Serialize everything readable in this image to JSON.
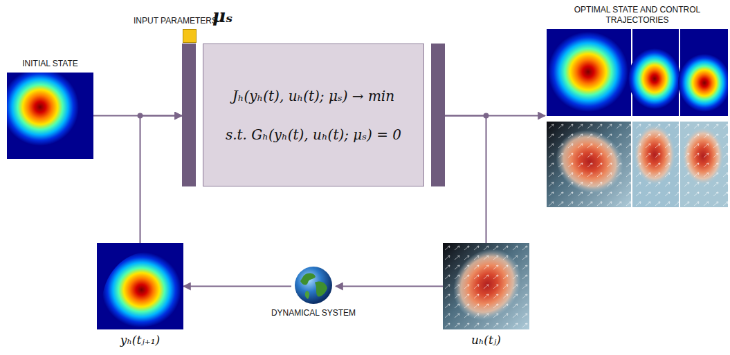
{
  "diagram": {
    "nodes": [
      {
        "text": [
          "INITIAL STATE"
        ]
      },
      {
        "text": [
          "Jₕ(yₕ(t), uₕ(t); μₛ) → min",
          "s.t. Gₕ(yₕ(t), uₕ(t); μₛ) = 0"
        ]
      },
      {
        "text": [
          "OPTIMAL STATE AND CONTROL TRAJECTORIES"
        ]
      },
      {
        "text": [
          "yₕ(tⱼ₊₁)"
        ]
      },
      {
        "text": [
          "DYNAMICAL SYSTEM"
        ]
      },
      {
        "text": [
          "uₕ(tⱼ)"
        ]
      }
    ],
    "edges": [
      {
        "from": 0,
        "to": 1,
        "arrow": "to"
      },
      {
        "from": 1,
        "to": 2,
        "arrow": "to"
      },
      {
        "from": 1,
        "to": 5,
        "arrow": "none"
      },
      {
        "from": 5,
        "to": 4,
        "arrow": "to"
      },
      {
        "from": 4,
        "to": 3,
        "arrow": "to"
      },
      {
        "from": 3,
        "to": 1,
        "arrow": "to"
      }
    ],
    "labels": [
      "INPUT PARAMETERS",
      "μₛ"
    ]
  }
}
